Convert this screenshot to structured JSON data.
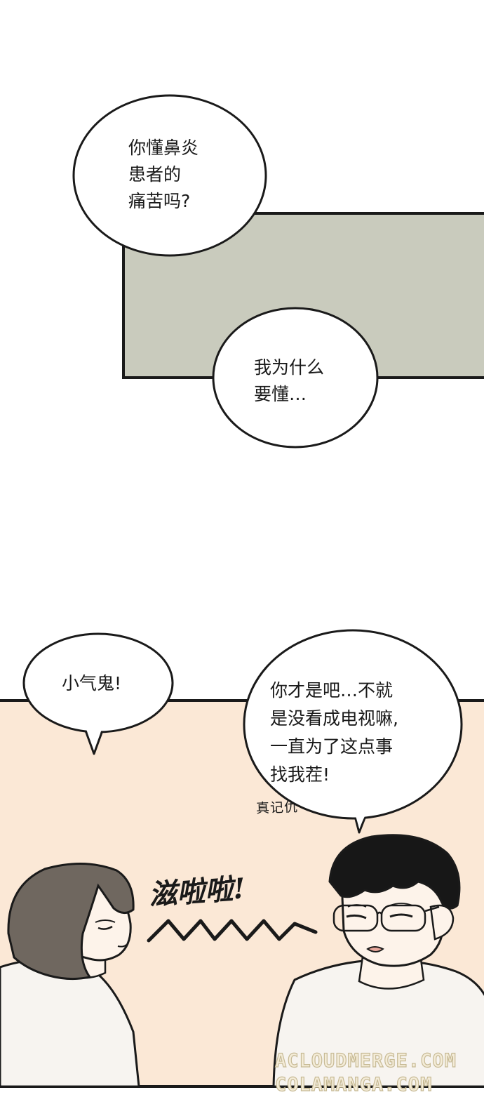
{
  "colors": {
    "page_background": "#ffffff",
    "grey_panel": "#c9cbbd",
    "warm_panel": "#fbe8d6",
    "ink": "#1a1a1a",
    "skin": "#fdf3ea",
    "shirt": "#f7f4f0",
    "hair_female": "#6f675f",
    "hair_male": "#171717",
    "watermark_fill": "#f4ecd8",
    "watermark_stroke": "#c7ba95"
  },
  "bubbles": [
    {
      "text": "你懂鼻炎\n患者的\n痛苦吗?"
    },
    {
      "text": "我为什么\n要懂…"
    },
    {
      "text": "小气鬼!"
    },
    {
      "text": "你才是吧…不就\n是没看成电视嘛,\n一直为了这点事\n找我茬!"
    }
  ],
  "sound_effects": {
    "murmur": "真记仇",
    "sizzle": "滋啦啦!"
  },
  "watermarks": [
    "ACLOUDMERGE.COM",
    "COLAMANGA.COM"
  ]
}
